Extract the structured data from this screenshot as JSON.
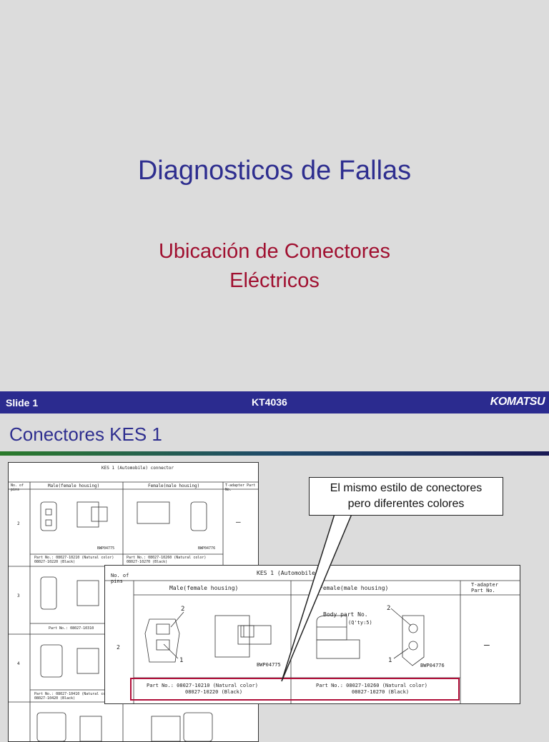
{
  "slide1": {
    "title": "Diagnosticos de Fallas",
    "subtitle_line1": "Ubicación de Conectores",
    "subtitle_line2": "Eléctricos"
  },
  "footer": {
    "slide_label": "Slide 1",
    "course_code": "KT4036",
    "brand": "KOMATSU"
  },
  "slide2": {
    "title": "Conectores KES 1",
    "callout_line1": "El mismo estilo de conectores",
    "callout_line2": "pero diferentes colores"
  },
  "table_back": {
    "caption": "KES 1 (Automobile) connector",
    "col_pins": "No. of pins",
    "col_male": "Male(female housing)",
    "col_female": "Female(male housing)",
    "col_tadapter": "T-adapter Part No.",
    "rows": [
      {
        "pins": "2",
        "part_male": "Part No.: 08027-10210 (Natural color) 08027-10220 (Black)",
        "part_female": "Part No.: 08027-10260 (Natural color) 08027-10270 (Black)",
        "tadapter": "—"
      },
      {
        "pins": "3",
        "part_male": "Part No.: 08027-10310",
        "part_female": "",
        "tadapter": ""
      },
      {
        "pins": "4",
        "part_male": "Part No.: 08027-10410 (Natural color) 08027-10420 (Black)",
        "part_female": "",
        "tadapter": ""
      }
    ],
    "fig_male": "BWP04775",
    "fig_female": "BWP04776"
  },
  "table_front": {
    "caption": "KES 1 (Automobile)",
    "col_pins": "No. of pins",
    "col_male": "Male(female housing)",
    "col_female": "Female(male housing)",
    "col_tadapter_1": "T-adapter",
    "col_tadapter_2": "Part No.",
    "pins": "2",
    "body_part": "Body part No.",
    "qty": "(Q'ty:5)",
    "fig_male": "BWP04775",
    "fig_female": "BWP04776",
    "part_male_1": "Part No.: 08027-10210 (Natural color)",
    "part_male_2": "08027-10220 (Black)",
    "part_female_1": "Part No.: 08027-10260 (Natural color)",
    "part_female_2": "08027-10270 (Black)",
    "tadapter": "—",
    "pin1": "1",
    "pin2": "2"
  },
  "colors": {
    "title_blue": "#2e2e8f",
    "subtitle_red": "#a01030",
    "footer_bar": "#2b2b8f",
    "highlight_box": "#b0103a"
  }
}
